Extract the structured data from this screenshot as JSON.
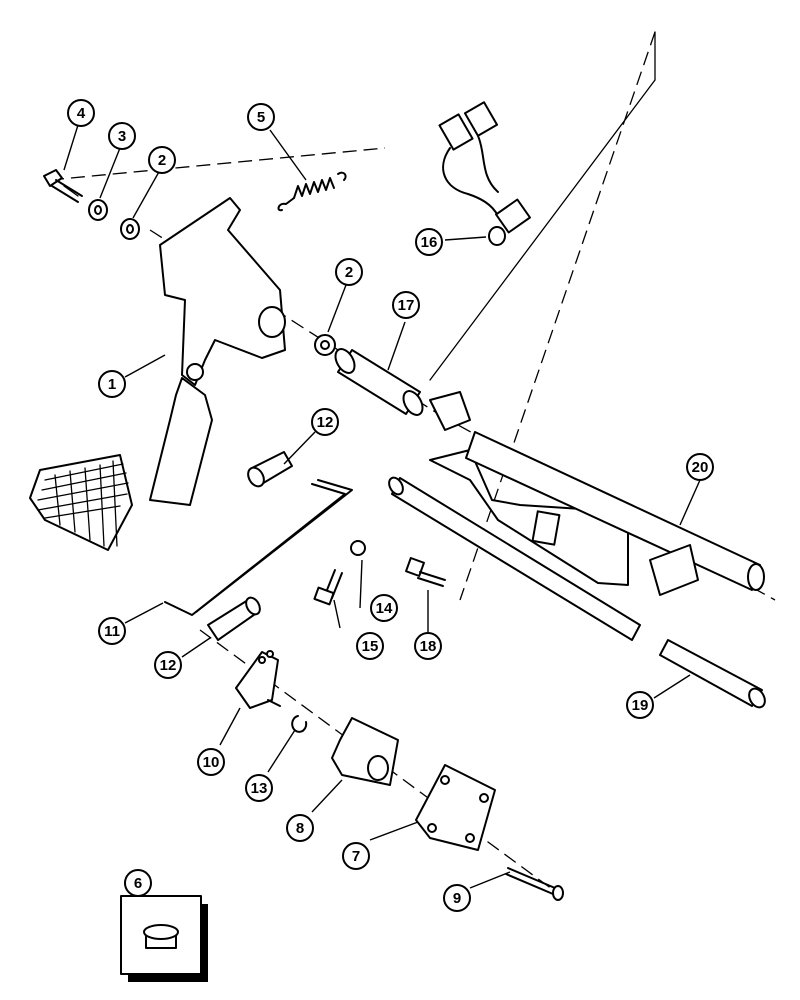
{
  "diagram": {
    "callouts": [
      {
        "id": "c1",
        "label": "1"
      },
      {
        "id": "c2a",
        "label": "2"
      },
      {
        "id": "c2b",
        "label": "2"
      },
      {
        "id": "c3",
        "label": "3"
      },
      {
        "id": "c4",
        "label": "4"
      },
      {
        "id": "c5",
        "label": "5"
      },
      {
        "id": "c6",
        "label": "6"
      },
      {
        "id": "c7",
        "label": "7"
      },
      {
        "id": "c8",
        "label": "8"
      },
      {
        "id": "c9",
        "label": "9"
      },
      {
        "id": "c10",
        "label": "10"
      },
      {
        "id": "c11",
        "label": "11"
      },
      {
        "id": "c12a",
        "label": "12"
      },
      {
        "id": "c12b",
        "label": "12"
      },
      {
        "id": "c13",
        "label": "13"
      },
      {
        "id": "c14",
        "label": "14"
      },
      {
        "id": "c15",
        "label": "15"
      },
      {
        "id": "c16",
        "label": "16"
      },
      {
        "id": "c17",
        "label": "17"
      },
      {
        "id": "c18",
        "label": "18"
      },
      {
        "id": "c19",
        "label": "19"
      },
      {
        "id": "c20",
        "label": "20"
      }
    ]
  }
}
